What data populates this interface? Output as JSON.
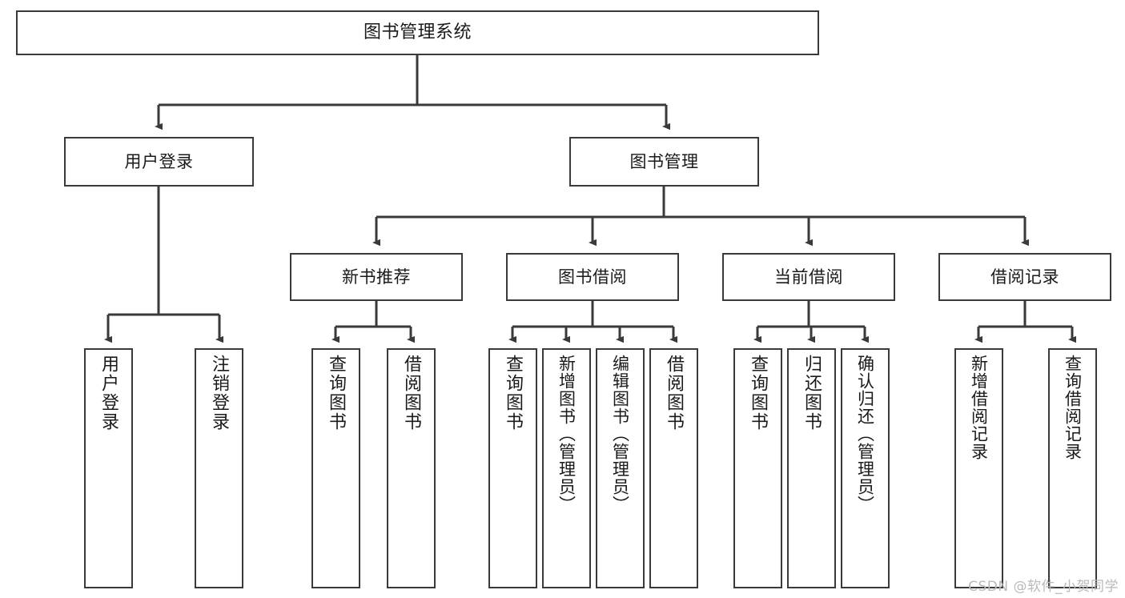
{
  "diagram": {
    "title": "图书管理系统",
    "type": "tree",
    "watermark": "CSDN @软件_小贺同学",
    "colors": {
      "box_border": "#3a3a3a",
      "box_fill": "#ffffff",
      "connector": "#3a3a3a",
      "text": "#1a1a1a",
      "watermark": "#b9b9b9"
    },
    "levels": {
      "root": "图书管理系统",
      "level2": [
        "用户登录",
        "图书管理"
      ],
      "level3": [
        "新书推荐",
        "图书借阅",
        "当前借阅",
        "借阅记录"
      ]
    },
    "nodes": {
      "root": {
        "label": "图书管理系统"
      },
      "user_login": {
        "label": "用户登录"
      },
      "book_manage": {
        "label": "图书管理"
      },
      "new_book_rec": {
        "label": "新书推荐"
      },
      "book_borrow": {
        "label": "图书借阅"
      },
      "current_borrow": {
        "label": "当前借阅"
      },
      "borrow_record": {
        "label": "借阅记录"
      },
      "leaf_user_login": {
        "label": "用户登录"
      },
      "leaf_user_logout": {
        "label": "注销登录"
      },
      "leaf_query_book_1": {
        "label": "查询图书"
      },
      "leaf_borrow_book_1": {
        "label": "借阅图书"
      },
      "leaf_query_book_2": {
        "label": "查询图书"
      },
      "leaf_add_book": {
        "label": "新增图书（管理员）"
      },
      "leaf_edit_book": {
        "label": "编辑图书（管理员）"
      },
      "leaf_borrow_book_2": {
        "label": "借阅图书"
      },
      "leaf_query_book_3": {
        "label": "查询图书"
      },
      "leaf_return_book": {
        "label": "归还图书"
      },
      "leaf_confirm_return": {
        "label": "确认归还（管理员）"
      },
      "leaf_add_record": {
        "label": "新增借阅记录"
      },
      "leaf_query_record": {
        "label": "查询借阅记录"
      }
    }
  }
}
